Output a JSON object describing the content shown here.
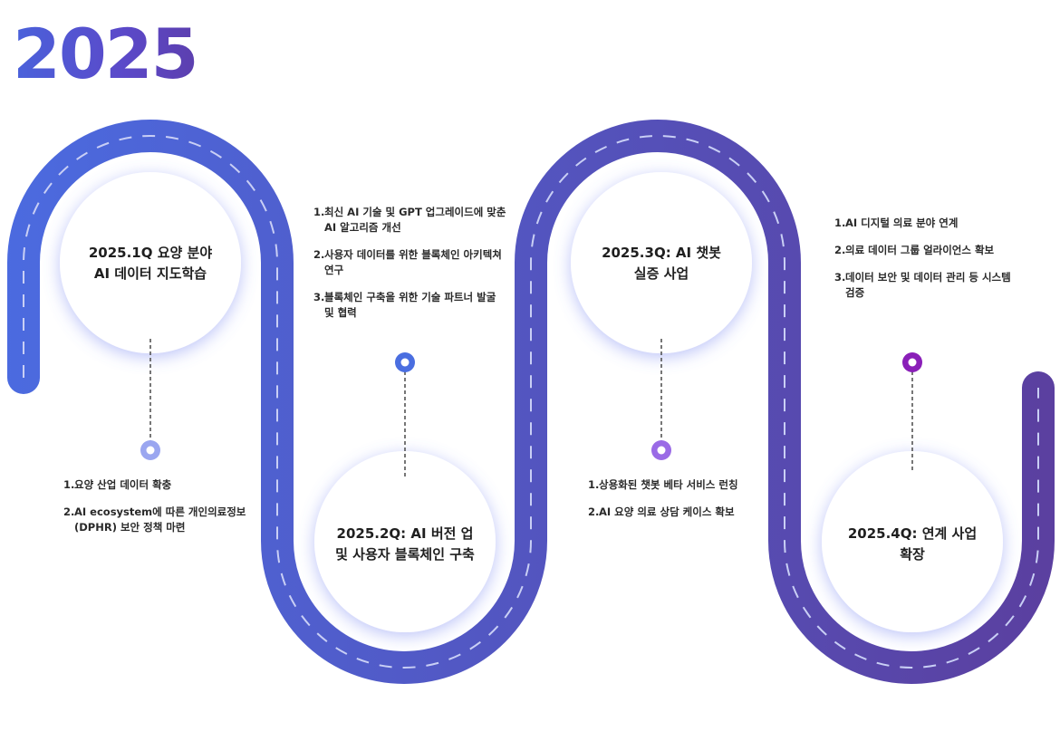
{
  "year": "2025",
  "colors": {
    "road_start": "#4b6be0",
    "road_end": "#5b3f9f",
    "lane_dash": "#c9cff5",
    "connector": "#555555",
    "dot_1": "#9aa6f0",
    "dot_2": "#4a6ee0",
    "dot_3": "#9a6ae6",
    "dot_4": "#8a1fb8"
  },
  "milestones": [
    {
      "title": "2025.1Q 요양 분야\nAI 데이터 지도학습",
      "notes": [
        "요양 산업 데이터 확충",
        "AI ecosystem에 따른 개인의료정보\n(DPHR) 보안 정책 마련"
      ]
    },
    {
      "title": "2025.2Q: AI 버전 업\n및 사용자 블록체인 구축",
      "notes": [
        "최신 AI 기술 및 GPT 업그레이드에 맞춘\nAI 알고리즘 개선",
        "사용자 데이터를 위한 블록체인 아키텍쳐\n연구",
        "블록체인 구축을 위한 기술 파트너 발굴\n및 협력"
      ]
    },
    {
      "title": "2025.3Q: AI 챗봇\n실증 사업",
      "notes": [
        "상용화된 챗봇 베타 서비스 런칭",
        "AI 요양 의료 상담 케이스 확보"
      ]
    },
    {
      "title": "2025.4Q: 연계 사업\n확장",
      "notes": [
        "AI 디지털 의료 분야 연계",
        "의료 데이터 그룹 얼라이언스 확보",
        "데이터 보안 및 데이터 관리 등 시스템\n검증"
      ]
    }
  ]
}
